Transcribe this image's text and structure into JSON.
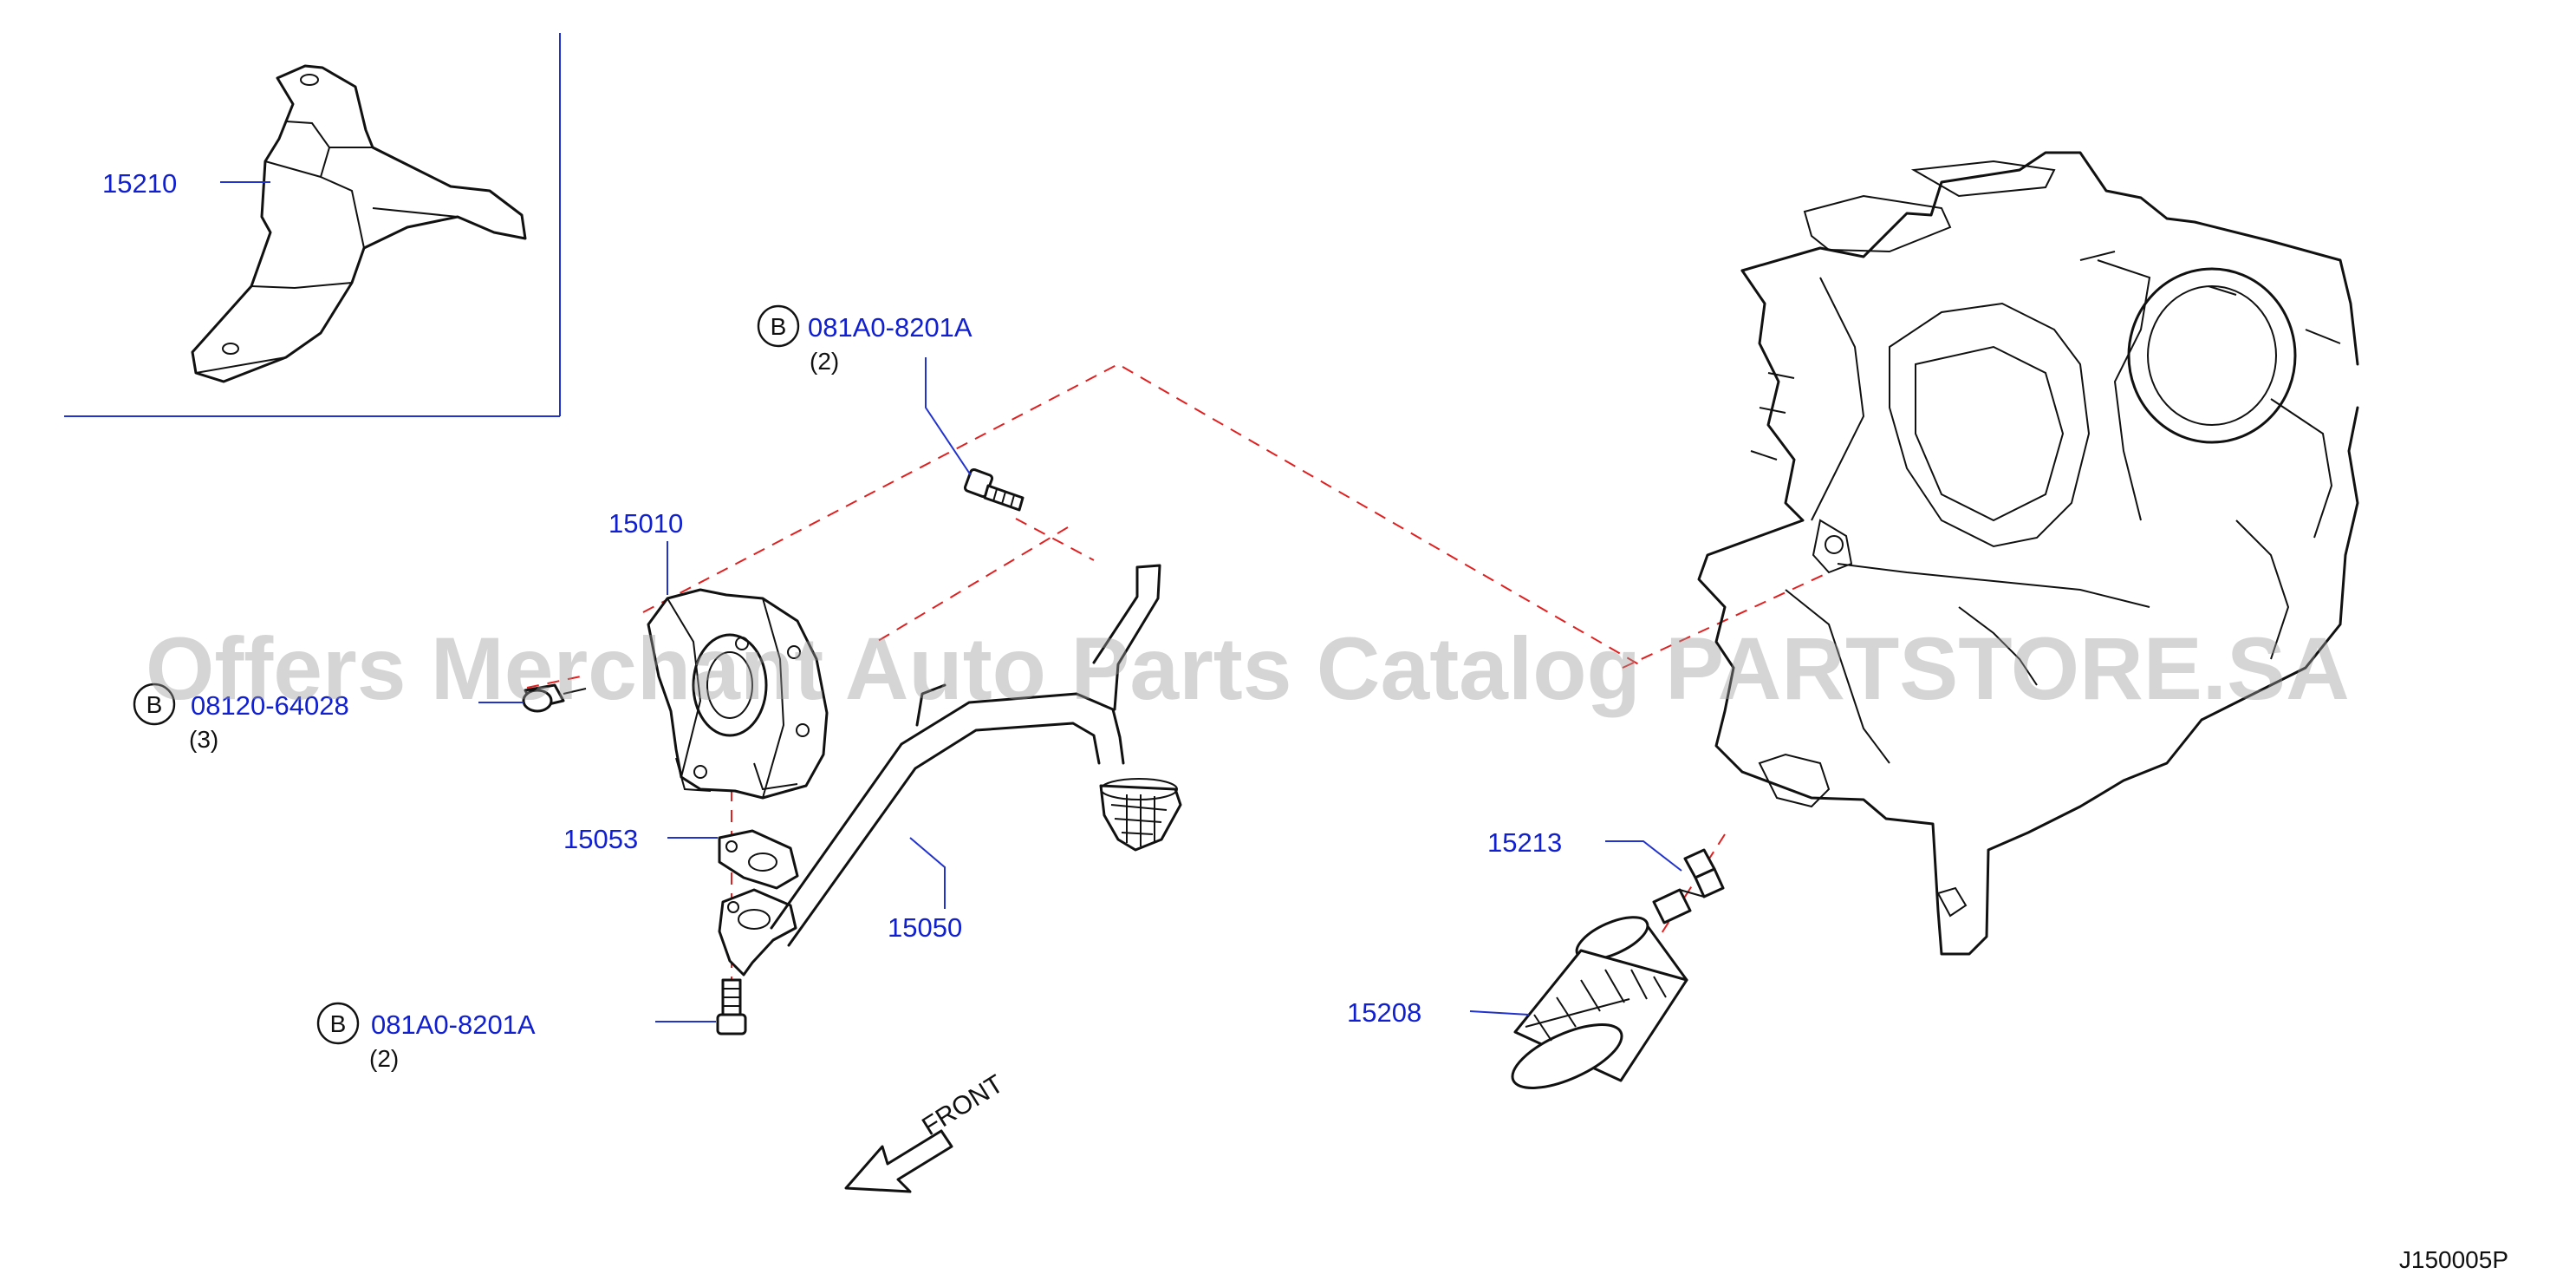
{
  "watermark": "Offers Merchant Auto Parts Catalog PARTSTORE.SA",
  "diagram_code": "J150005P",
  "front_label": "FRONT",
  "callouts": {
    "p15210": {
      "part_no": "15210"
    },
    "p15010": {
      "part_no": "15010"
    },
    "p15053": {
      "part_no": "15053"
    },
    "p15050": {
      "part_no": "15050"
    },
    "p15213": {
      "part_no": "15213"
    },
    "p15208": {
      "part_no": "15208"
    },
    "bolt_top": {
      "marker": "B",
      "part_no": "081A0-8201A",
      "qty": "(2)"
    },
    "bolt_left": {
      "marker": "B",
      "part_no": "08120-64028",
      "qty": "(3)"
    },
    "bolt_bottom": {
      "marker": "B",
      "part_no": "081A0-8201A",
      "qty": "(2)"
    }
  },
  "colors": {
    "callout_text": "#1020d0",
    "leader_line": "#2233cc",
    "reference_dash": "#e02020",
    "line_art": "#111111"
  }
}
